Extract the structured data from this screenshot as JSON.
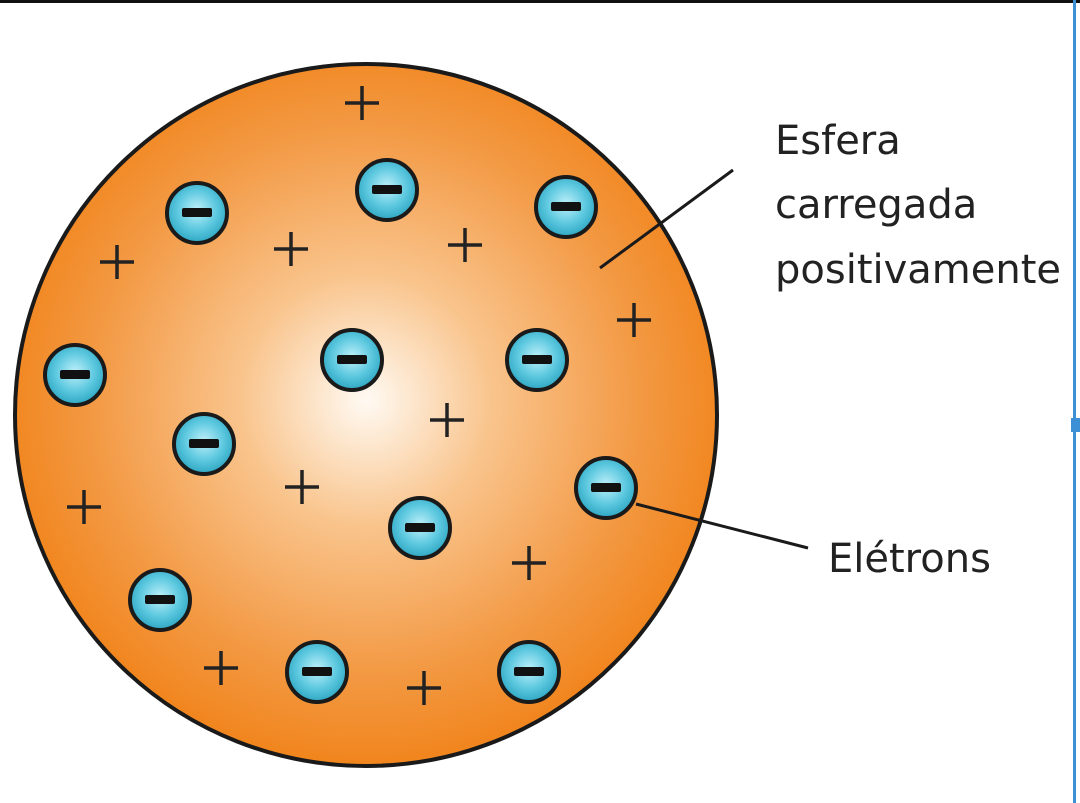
{
  "labels": {
    "sphere_line1": "Esfera",
    "sphere_line2": "carregada",
    "sphere_line3": "positivamente",
    "electrons": "Elétrons"
  },
  "symbols": {
    "electron": "−",
    "positive": "+"
  },
  "colors": {
    "sphere_outer": "#f1861f",
    "sphere_center": "#ffffff",
    "electron_fill": "#47bfd8",
    "outline": "#1a1a1a"
  }
}
